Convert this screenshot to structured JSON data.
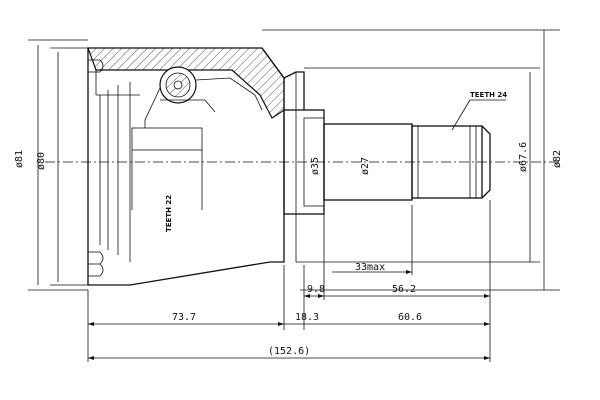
{
  "part": {
    "teeth_inner": "TEETH 22",
    "teeth_outer": "TEETH 24"
  },
  "diameters": {
    "d81": "ø81",
    "d80": "ø80",
    "d35": "ø35",
    "d27": "ø27",
    "d67_6": "ø67.6",
    "d82": "ø82"
  },
  "lengths": {
    "l73_7": "73.7",
    "l18_3": "18.3",
    "l60_6": "60.6",
    "l9_8": "9.8",
    "l56_2": "56.2",
    "l33max": "33max",
    "total": "(152.6)"
  }
}
